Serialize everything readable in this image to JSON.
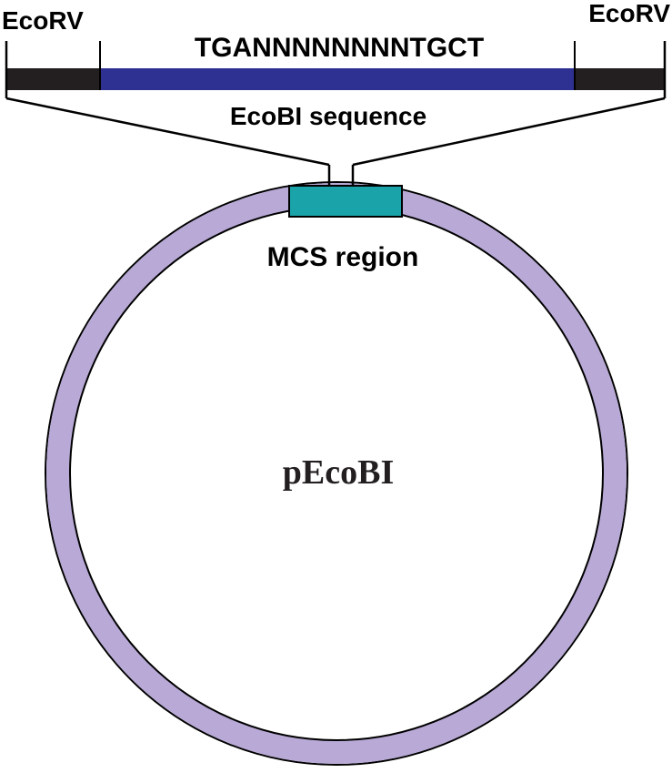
{
  "labels": {
    "left_site": "EcoRV",
    "right_site": "EcoRV",
    "sequence": "TGANNNNNNNNTGCT",
    "insert": "EcoBI sequence",
    "mcs": "MCS region",
    "plasmid": "pEcoBI"
  },
  "colors": {
    "flank": "#231f20",
    "insert": "#2e3192",
    "mcs": "#1aa3a8",
    "plasmid_ring": "#b8a9d6",
    "outline": "#000000"
  }
}
